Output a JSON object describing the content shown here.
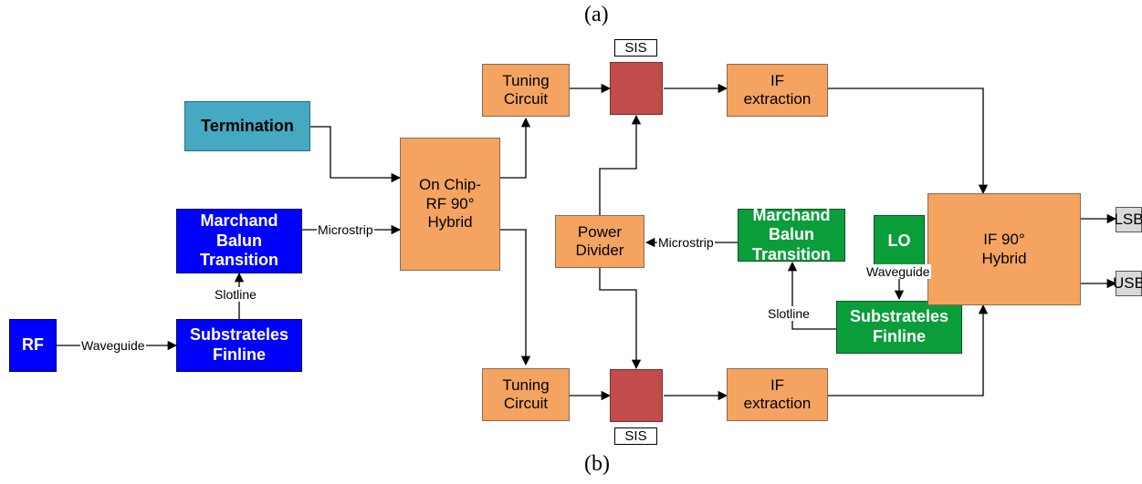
{
  "captions": {
    "top": "(a)",
    "bottom": "(b)"
  },
  "blocks": {
    "rf": "RF",
    "marchand_rf": "Marchand\nBalun\nTransition",
    "finline_rf": "Substrateles\nFinline",
    "termination": "Termination",
    "hybrid_rf": "On Chip-\nRF 90°\nHybrid",
    "tuning_top": "Tuning\nCircuit",
    "tuning_bottom": "Tuning\nCircuit",
    "power_divider": "Power\nDivider",
    "marchand_lo": "Marchand\nBalun\nTransition",
    "lo": "LO",
    "finline_lo": "Substrateles\nFinline",
    "if_top": "IF\nextraction",
    "if_bottom": "IF\nextraction",
    "if_hybrid": "IF 90°\nHybrid",
    "lsb": "LSB",
    "usb": "USB"
  },
  "tags": {
    "sis_top": "SIS",
    "sis_bottom": "SIS"
  },
  "links": {
    "waveguide_rf": "Waveguide",
    "slotline_rf": "Slotline",
    "microstrip_rf": "Microstrip",
    "microstrip_lo": "Microstrip",
    "waveguide_lo": "Waveguide",
    "slotline_lo": "Slotline"
  },
  "colors": {
    "orange": "#f4a460",
    "blue": "#0000ff",
    "green": "#0a9e3a",
    "teal": "#45a9c1",
    "mixer": "#c24b4b",
    "grey": "#d9d9d9"
  }
}
